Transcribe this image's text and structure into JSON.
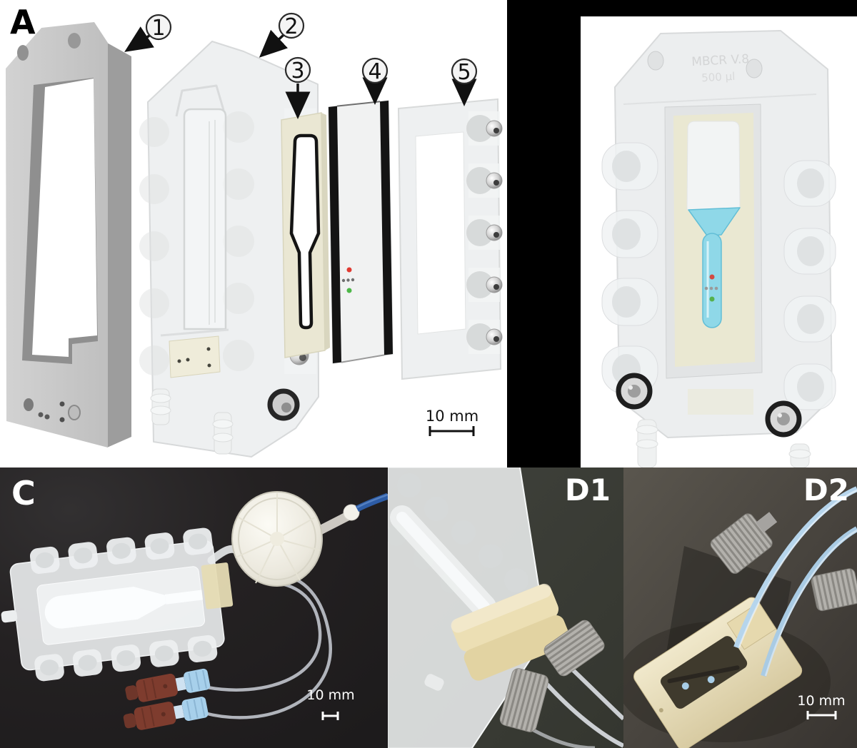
{
  "figure": {
    "panels": {
      "a": {
        "label": "A",
        "callouts": [
          "1",
          "2",
          "3",
          "4",
          "5"
        ],
        "scale_bar": "10 mm"
      },
      "b": {
        "embossed_line1": "MBCR V.8",
        "embossed_line2": "500 µl"
      },
      "c": {
        "label": "C",
        "scale_bar": "10 mm"
      },
      "d1": {
        "label": "D1"
      },
      "d2": {
        "label": "D2",
        "scale_bar": "10 mm"
      }
    },
    "colors": {
      "gasket_cream": "#EAE7D3",
      "liquid_blue": "#8FD8E8",
      "marker_red": "#E03A31",
      "marker_green": "#4DB748",
      "connector_brown": "#7E3C2E",
      "connector_blue": "#A7D0EB",
      "cable_blue": "#2D5CA5",
      "photo_c_bg": "#242122",
      "photo_d1_bg": "#3B3D37",
      "photo_d2_bg": "#45423C"
    }
  }
}
